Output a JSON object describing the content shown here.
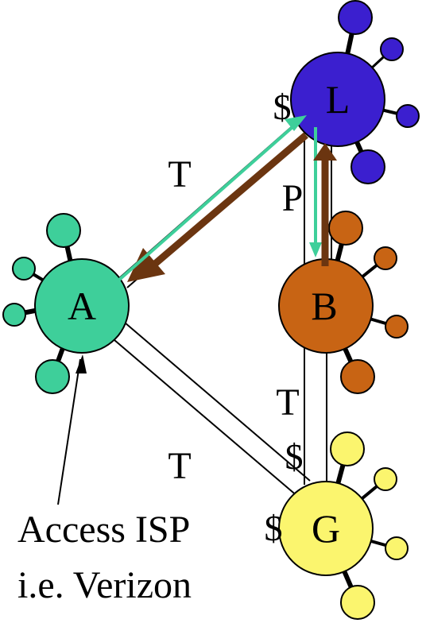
{
  "colors": {
    "node_a": "#3ecf9a",
    "node_l": "#3b1fcf",
    "node_b": "#c86414",
    "node_g": "#fbf56e",
    "arrow_teal": "#3ecf9a",
    "arrow_brown": "#6b3510",
    "line": "#000000"
  },
  "nodes": {
    "a": {
      "label": "A"
    },
    "l": {
      "label": "L"
    },
    "b": {
      "label": "B"
    },
    "g": {
      "label": "G"
    }
  },
  "links": {
    "a_l": {
      "label": "T"
    },
    "l_b": {
      "label": "P"
    },
    "b_g": {
      "label": "T"
    },
    "a_g": {
      "label": "T"
    }
  },
  "markers": {
    "l_dollar": "$",
    "g_dollar_left": "$",
    "g_dollar_top": "$"
  },
  "annotation": {
    "line1": "Access ISP",
    "line2": "i.e. Verizon"
  }
}
